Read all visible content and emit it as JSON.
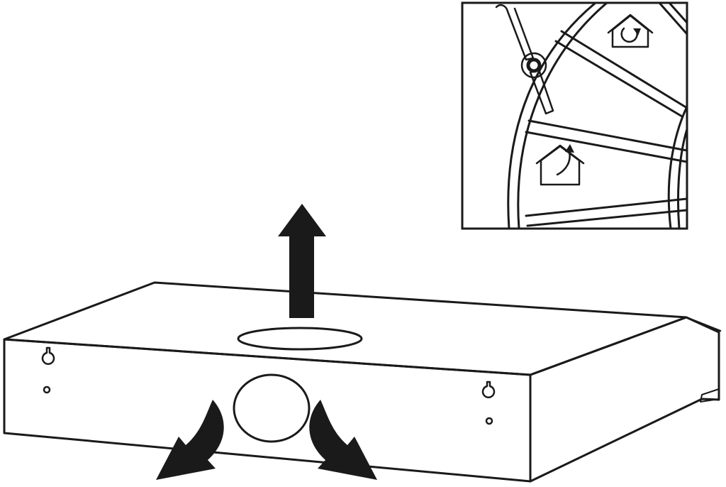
{
  "figure": {
    "kind": "range-hood-installation-diagram",
    "colors": {
      "ink": "#1a1a1a",
      "paper": "#ffffff"
    },
    "icons": [
      "extraction-mode-icon",
      "recirculation-mode-icon",
      "airflow-up-arrow",
      "airflow-left-arrow",
      "airflow-right-arrow"
    ]
  }
}
